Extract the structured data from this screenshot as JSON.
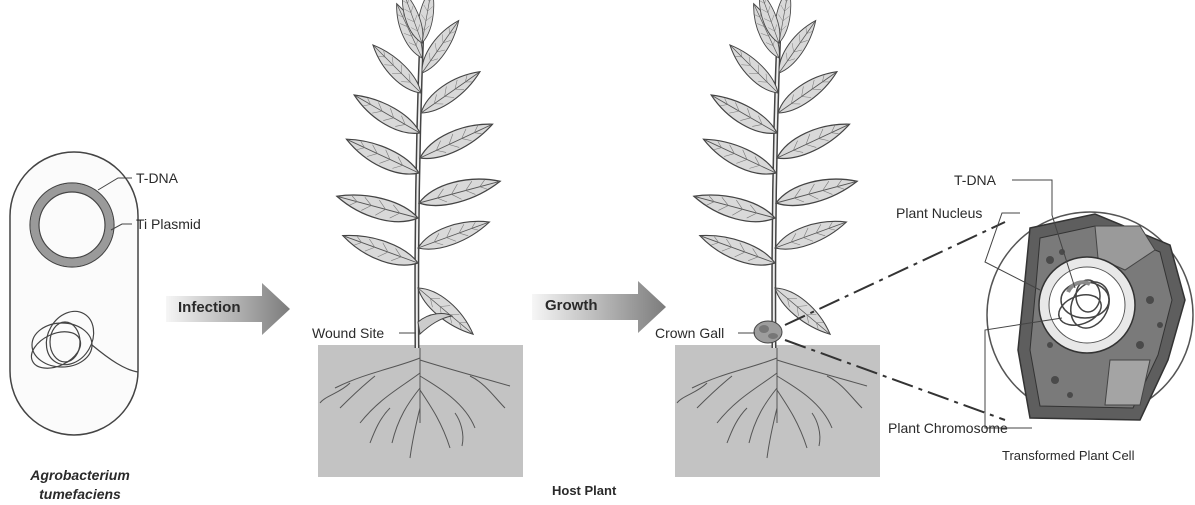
{
  "labels": {
    "t_dna_bacterium": "T-DNA",
    "ti_plasmid": "Ti Plasmid",
    "infection": "Infection",
    "growth": "Growth",
    "wound_site": "Wound Site",
    "crown_gall": "Crown Gall",
    "t_dna_cell": "T-DNA",
    "plant_nucleus": "Plant Nucleus",
    "plant_chromosome": "Plant Chromosome",
    "transformed_plant_cell": "Transformed Plant Cell",
    "organism_line1": "Agrobacterium",
    "organism_line2": "tumefaciens",
    "host_plant": "Host Plant"
  },
  "colors": {
    "arrow_start": "#f4f4f4",
    "arrow_end": "#7a7a7a",
    "soil": "#bdbdbd",
    "plasmid_ring": "#9a9a9a",
    "outline": "#3a3a3a"
  }
}
